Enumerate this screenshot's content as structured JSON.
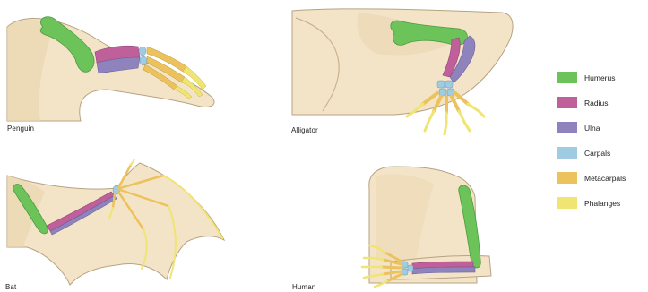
{
  "panels": {
    "penguin": "Penguin",
    "alligator": "Alligator",
    "bat": "Bat",
    "human": "Human"
  },
  "legend": [
    {
      "label": "Humerus",
      "color": "#6cc35a"
    },
    {
      "label": "Radius",
      "color": "#c0609a"
    },
    {
      "label": "Ulna",
      "color": "#8e83bd"
    },
    {
      "label": "Carpals",
      "color": "#9fcbe3"
    },
    {
      "label": "Metacarpals",
      "color": "#ecc25c"
    },
    {
      "label": "Phalanges",
      "color": "#f0e472"
    }
  ],
  "colors": {
    "skin": "#f4e4c7",
    "skin_outline": "#b7a283",
    "skin_shade": "#e5cfa6",
    "humerus": "#6cc35a",
    "radius": "#c0609a",
    "ulna": "#8e83bd",
    "carpals": "#9fcbe3",
    "metacarpals": "#ecc25c",
    "phalanges": "#f0e472"
  }
}
